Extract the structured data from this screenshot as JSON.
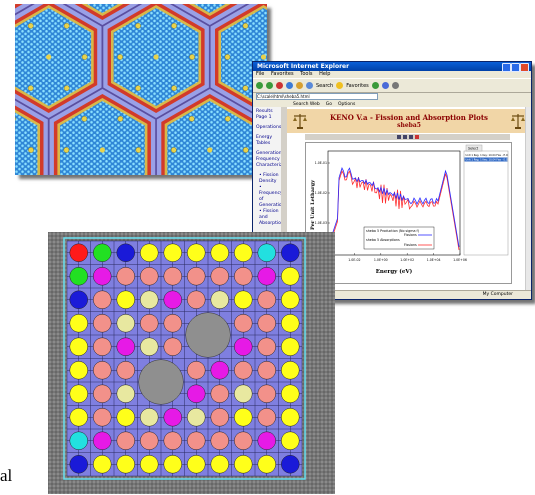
{
  "hex_render": {
    "lattice_type": "hexagonal fuel assembly lattice",
    "colors": {
      "pin_field": "#2f86d6",
      "pin_bright": "#8be0ff",
      "inner_ring": "#d8b84a",
      "red_band": "#d23a2a",
      "wall": "#9aa0e6",
      "gold": "#e8d24c"
    }
  },
  "ie_window": {
    "title": "Microsoft Internet Explorer",
    "menu": [
      "File",
      "Favorites",
      "Tools",
      "Help"
    ],
    "toolbar": {
      "search": "Search",
      "favorites": "Favorites"
    },
    "address": "C:\\scale\\html\\sheba5.html",
    "links": [
      "Search Web",
      "Go",
      "Options"
    ],
    "nav": {
      "items": [
        "Results",
        "Page 1",
        "Operations",
        "Energy",
        "Tables",
        "Generations",
        "Frequency",
        "Characterization"
      ],
      "bullets": [
        "Fission Density",
        "Frequency of Generations",
        "Fission and Absorptions"
      ]
    },
    "page_title": "KENO V.a - Fission and Absorption Plots",
    "page_subtitle": "sheba5",
    "plot": {
      "xlabel": "Energy (eV)",
      "ylabel": "Per Unit Lethargy",
      "x_ticks": [
        "1.0E-04",
        "1.0E-02",
        "1.0E+00",
        "1.0E+02",
        "1.0E+04",
        "1.0E+06"
      ],
      "y_ticks": [
        "1.0E-01",
        "1.0E-02",
        "1.0E-03"
      ],
      "legend": {
        "entry1": "sheba 5 Production (No sigma f)",
        "entry1_sub": "Fissions",
        "entry2": "sheba 5 Absorptions",
        "entry2_sub": "Fissions"
      },
      "side_title": "Select",
      "side_items": [
        "Unit 1 Reg. 1 Key: 10.04 Fiss - E.O",
        "Unit 1 Reg. 1 Key: 10.04 Fiss - E.O"
      ],
      "series_colors": {
        "fission": "#2a2aff",
        "absorption": "#ff3030"
      }
    },
    "status": "My Computer"
  },
  "assembly_grid": {
    "colors": {
      "background": "#7f7fe0",
      "outer": "#8a8a8a",
      "red": "#ff1a1a",
      "green": "#22e022",
      "blue": "#1a1ad8",
      "yellow": "#ffff1a",
      "magenta": "#e61ae6",
      "salmon": "#f2918a",
      "cyan": "#22e0e0",
      "pale": "#e8e8a0",
      "hole": "#8f8f8f"
    },
    "rows": [
      [
        "red",
        "green",
        "blue",
        "yellow",
        "yellow",
        "yellow",
        "yellow",
        "yellow",
        "cyan",
        "blue"
      ],
      [
        "green",
        "magenta",
        "salmon",
        "salmon",
        "salmon",
        "salmon",
        "salmon",
        "salmon",
        "magenta",
        "yellow"
      ],
      [
        "blue",
        "salmon",
        "yellow",
        "pale",
        "magenta",
        "salmon",
        "pale",
        "yellow",
        "salmon",
        "yellow"
      ],
      [
        "yellow",
        "salmon",
        "pale",
        "salmon",
        "salmon",
        "hole",
        "hole",
        "salmon",
        "salmon",
        "yellow"
      ],
      [
        "yellow",
        "salmon",
        "magenta",
        "pale",
        "salmon",
        "hole",
        "hole",
        "magenta",
        "salmon",
        "yellow"
      ],
      [
        "yellow",
        "salmon",
        "salmon",
        "hole",
        "hole",
        "salmon",
        "magenta",
        "salmon",
        "salmon",
        "yellow"
      ],
      [
        "yellow",
        "salmon",
        "pale",
        "hole",
        "hole",
        "magenta",
        "salmon",
        "pale",
        "salmon",
        "yellow"
      ],
      [
        "yellow",
        "salmon",
        "yellow",
        "pale",
        "magenta",
        "pale",
        "salmon",
        "yellow",
        "salmon",
        "yellow"
      ],
      [
        "cyan",
        "magenta",
        "salmon",
        "salmon",
        "salmon",
        "salmon",
        "salmon",
        "salmon",
        "magenta",
        "yellow"
      ],
      [
        "blue",
        "yellow",
        "yellow",
        "yellow",
        "yellow",
        "yellow",
        "yellow",
        "yellow",
        "yellow",
        "blue"
      ]
    ]
  },
  "stray_label": "al"
}
